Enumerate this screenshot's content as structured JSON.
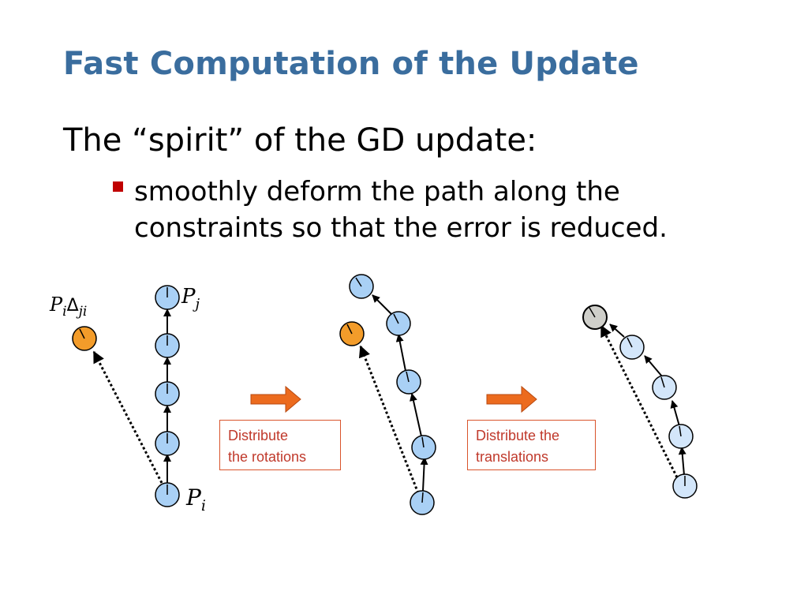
{
  "slide": {
    "title": "Fast Computation of the Update",
    "lead": "The “spirit” of the GD update:",
    "bullet": {
      "line1": "smoothly deform the path along the",
      "line2": "constraints so that the error is reduced."
    }
  },
  "labels": {
    "pj_base": "P",
    "pj_sub": "j",
    "pi_base": "P",
    "pi_sub": "i",
    "pid_base": "P",
    "pid_sub1": "i",
    "pid_delta": "Δ",
    "pid_sub2": "ji"
  },
  "steps": [
    {
      "line1": "Distribute",
      "line2": "the rotations"
    },
    {
      "line1": "Distribute the",
      "line2": "translations"
    }
  ],
  "colors": {
    "title": "#3A6D9E",
    "node_blue": "#A9D0F5",
    "node_light": "#D3E6FA",
    "node_orange": "#F39C2A",
    "node_gray": "#CFCFCA",
    "arrow_orange": "#EC6B1E",
    "box_text": "#C0392B",
    "bullet": "#C00000"
  }
}
